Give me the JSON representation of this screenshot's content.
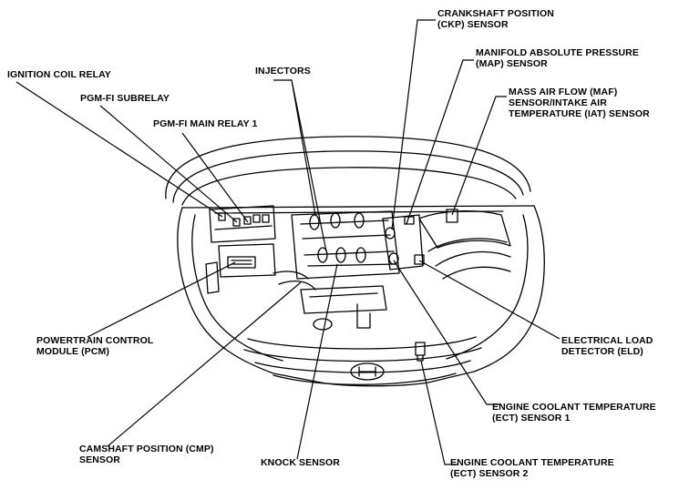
{
  "labels": {
    "ckp": [
      "CRANKSHAFT POSITION",
      "(CKP) SENSOR"
    ],
    "map": [
      "MANIFOLD ABSOLUTE PRESSURE",
      "(MAP) SENSOR"
    ],
    "maf": [
      "MASS AIR FLOW (MAF)",
      "SENSOR/INTAKE AIR",
      "TEMPERATURE (IAT) SENSOR"
    ],
    "ignition_coil_relay": [
      "IGNITION COIL RELAY"
    ],
    "injectors": [
      "INJECTORS"
    ],
    "pgmfi_subrelay": [
      "PGM-FI SUBRELAY"
    ],
    "pgmfi_main_relay": [
      "PGM-FI MAIN RELAY 1"
    ],
    "pcm": [
      "POWERTRAIN CONTROL",
      "MODULE (PCM)"
    ],
    "eld": [
      "ELECTRICAL LOAD",
      "DETECTOR (ELD)"
    ],
    "ect1": [
      "ENGINE COOLANT TEMPERATURE",
      "(ECT) SENSOR 1"
    ],
    "cmp": [
      "CAMSHAFT POSITION (CMP)",
      "SENSOR"
    ],
    "knock": [
      "KNOCK SENSOR"
    ],
    "ect2": [
      "ENGINE COOLANT TEMPERATURE",
      "(ECT) SENSOR 2"
    ]
  }
}
